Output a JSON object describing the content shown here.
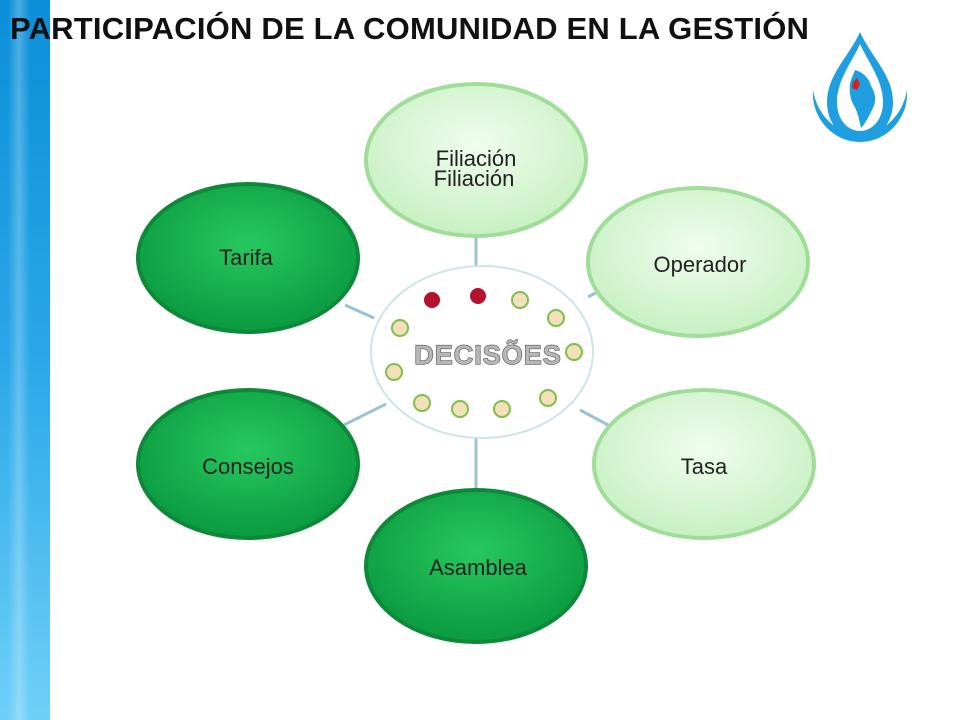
{
  "slide": {
    "title": "PARTICIPACIÓN DE LA COMUNIDAD EN LA GESTIÓN"
  },
  "diagram": {
    "hub": {
      "label": "DECISÕES"
    },
    "nodes": [
      {
        "id": "filiacion",
        "label": "Filiación",
        "label_overlay": "Filiación",
        "style": "light"
      },
      {
        "id": "operador",
        "label": "Operador",
        "style": "light"
      },
      {
        "id": "tasa",
        "label": "Tasa",
        "style": "light"
      },
      {
        "id": "asamblea",
        "label": "Asamblea",
        "style": "dark"
      },
      {
        "id": "consejos",
        "label": "Consejos",
        "style": "dark"
      },
      {
        "id": "tarifa",
        "label": "Tarifa",
        "style": "dark"
      }
    ]
  },
  "colors": {
    "light_fill": "#d9f7d6",
    "light_stroke": "#9fdd98",
    "dark_fill": "#0fae4c",
    "dark_stroke": "#0c8a3a",
    "connector": "#9bc3cf",
    "side_bar": "#1a9be0"
  },
  "icons": {
    "logo": "water-drop-map-logo",
    "hub_decoration": "people-circle-icon"
  }
}
